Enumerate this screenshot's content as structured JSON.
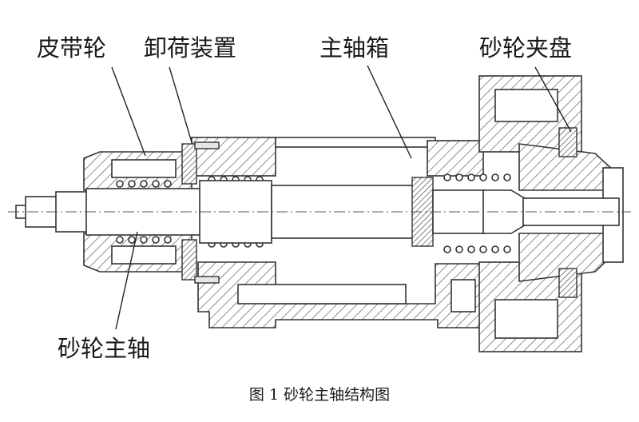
{
  "labels": {
    "pulley": "皮带轮",
    "unloading_device": "卸荷装置",
    "spindle_box": "主轴箱",
    "wheel_chuck": "砂轮夹盘",
    "grinding_spindle": "砂轮主轴"
  },
  "caption": "图 1 砂轮主轴结构图",
  "colors": {
    "line": "#333333",
    "hatch": "#555555",
    "background": "#ffffff"
  }
}
